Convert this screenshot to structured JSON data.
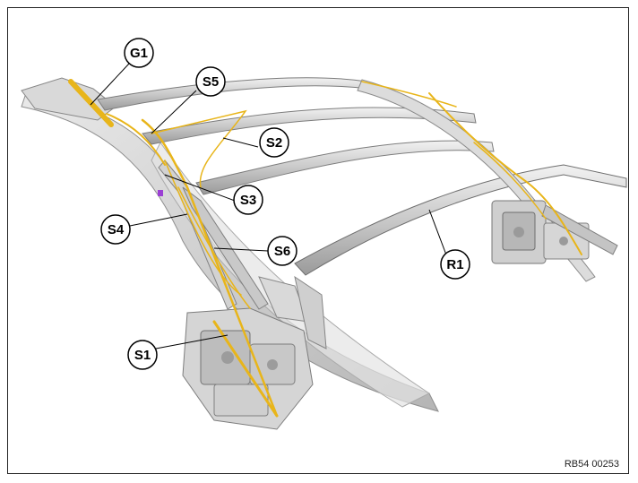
{
  "labels": {
    "g1": "G1",
    "s5": "S5",
    "s2": "S2",
    "s3": "S3",
    "s4": "S4",
    "s6": "S6",
    "r1": "R1",
    "s1": "S1"
  },
  "reference": "RB54 00253",
  "colors": {
    "wire": "#e8b51a",
    "frame_light": "#e6e6e6",
    "frame_mid": "#bdbdbd",
    "frame_dark": "#8c8c8c",
    "marker": "#9b3fd4"
  }
}
